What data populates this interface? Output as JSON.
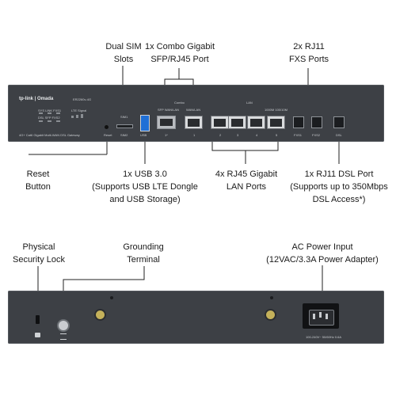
{
  "labels": {
    "dual_sim": [
      "Dual SIM",
      "Slots"
    ],
    "combo": [
      "1x Combo Gigabit",
      "SFP/RJ45 Port"
    ],
    "fxs": [
      "2x RJ11",
      "FXS Ports"
    ],
    "reset": [
      "Reset",
      "Button"
    ],
    "usb": [
      "1x USB 3.0",
      "(Supports USB LTE Dongle",
      "and USB Storage)"
    ],
    "lan": [
      "4x RJ45 Gigabit",
      "LAN Ports"
    ],
    "dsl": [
      "1x RJ11 DSL Port",
      "(Supports up to 350Mbps",
      "DSL Access*)"
    ],
    "lock": [
      "Physical",
      "Security Lock"
    ],
    "ground": [
      "Grounding",
      "Terminal"
    ],
    "power": [
      "AC Power Input",
      "(12VAC/3.3A Power Adapter)"
    ]
  },
  "device": {
    "brand": "tp-link | Omada",
    "model": "ER2260v-4G",
    "subtitle": "4G+ Cat6 Gigabit Multi-WAN DSL Gateway",
    "led_labels": "SYS   LINK   FXS1",
    "led_labels2": "DSL   SFP   FXS2",
    "lte_label": "LTE Signal",
    "reset": "Reset",
    "sim1": "SIM1",
    "sim2": "SIM2",
    "usb": "USB",
    "combo": "Combo",
    "sfp_wan": "SFP WAN/LAN",
    "rj45_wan": "WAN/LAN",
    "lan": "LAN",
    "speed": "1000M  100/10M",
    "p_sfp": "1*",
    "p1": "1",
    "p2": "2",
    "p3": "3",
    "p4": "4",
    "p5": "5",
    "fxs1": "FXS1",
    "fxs2": "FXS2",
    "dsl": "DSL",
    "power_rating": "100-240V~ 50/60Hz 0.6A"
  }
}
